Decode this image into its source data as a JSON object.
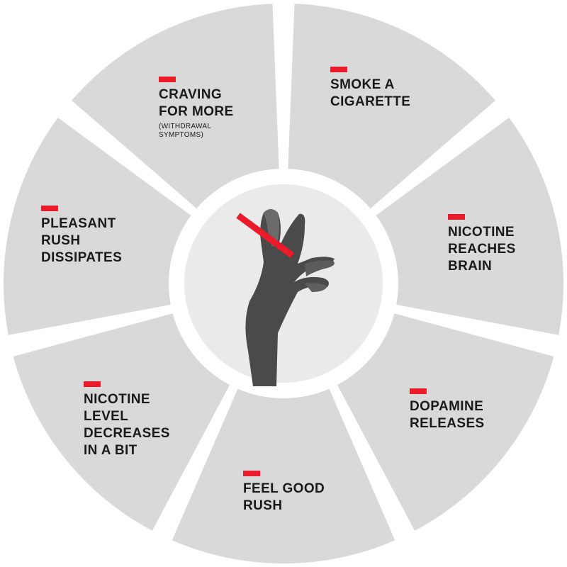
{
  "colors": {
    "segment": "#d9d9d9",
    "accent": "#ea1b2a",
    "text": "#1a1a1a",
    "center": "#eaeaeb"
  },
  "center_image": "hand-holding-cigarette",
  "steps": [
    {
      "lines": [
        "SMOKE A",
        "CIGARETTE"
      ],
      "note": ""
    },
    {
      "lines": [
        "NICOTINE",
        "REACHES",
        "BRAIN"
      ],
      "note": ""
    },
    {
      "lines": [
        "DOPAMINE",
        "RELEASES"
      ],
      "note": ""
    },
    {
      "lines": [
        "FEEL GOOD",
        "RUSH"
      ],
      "note": ""
    },
    {
      "lines": [
        "NICOTINE",
        "LEVEL",
        "DECREASES",
        "IN A BIT"
      ],
      "note": ""
    },
    {
      "lines": [
        "PLEASANT",
        "RUSH",
        "DISSIPATES"
      ],
      "note": ""
    },
    {
      "lines": [
        "CRAVING",
        "FOR MORE"
      ],
      "note": "(WITHDRAWAL SYMPTOMS)"
    }
  ]
}
